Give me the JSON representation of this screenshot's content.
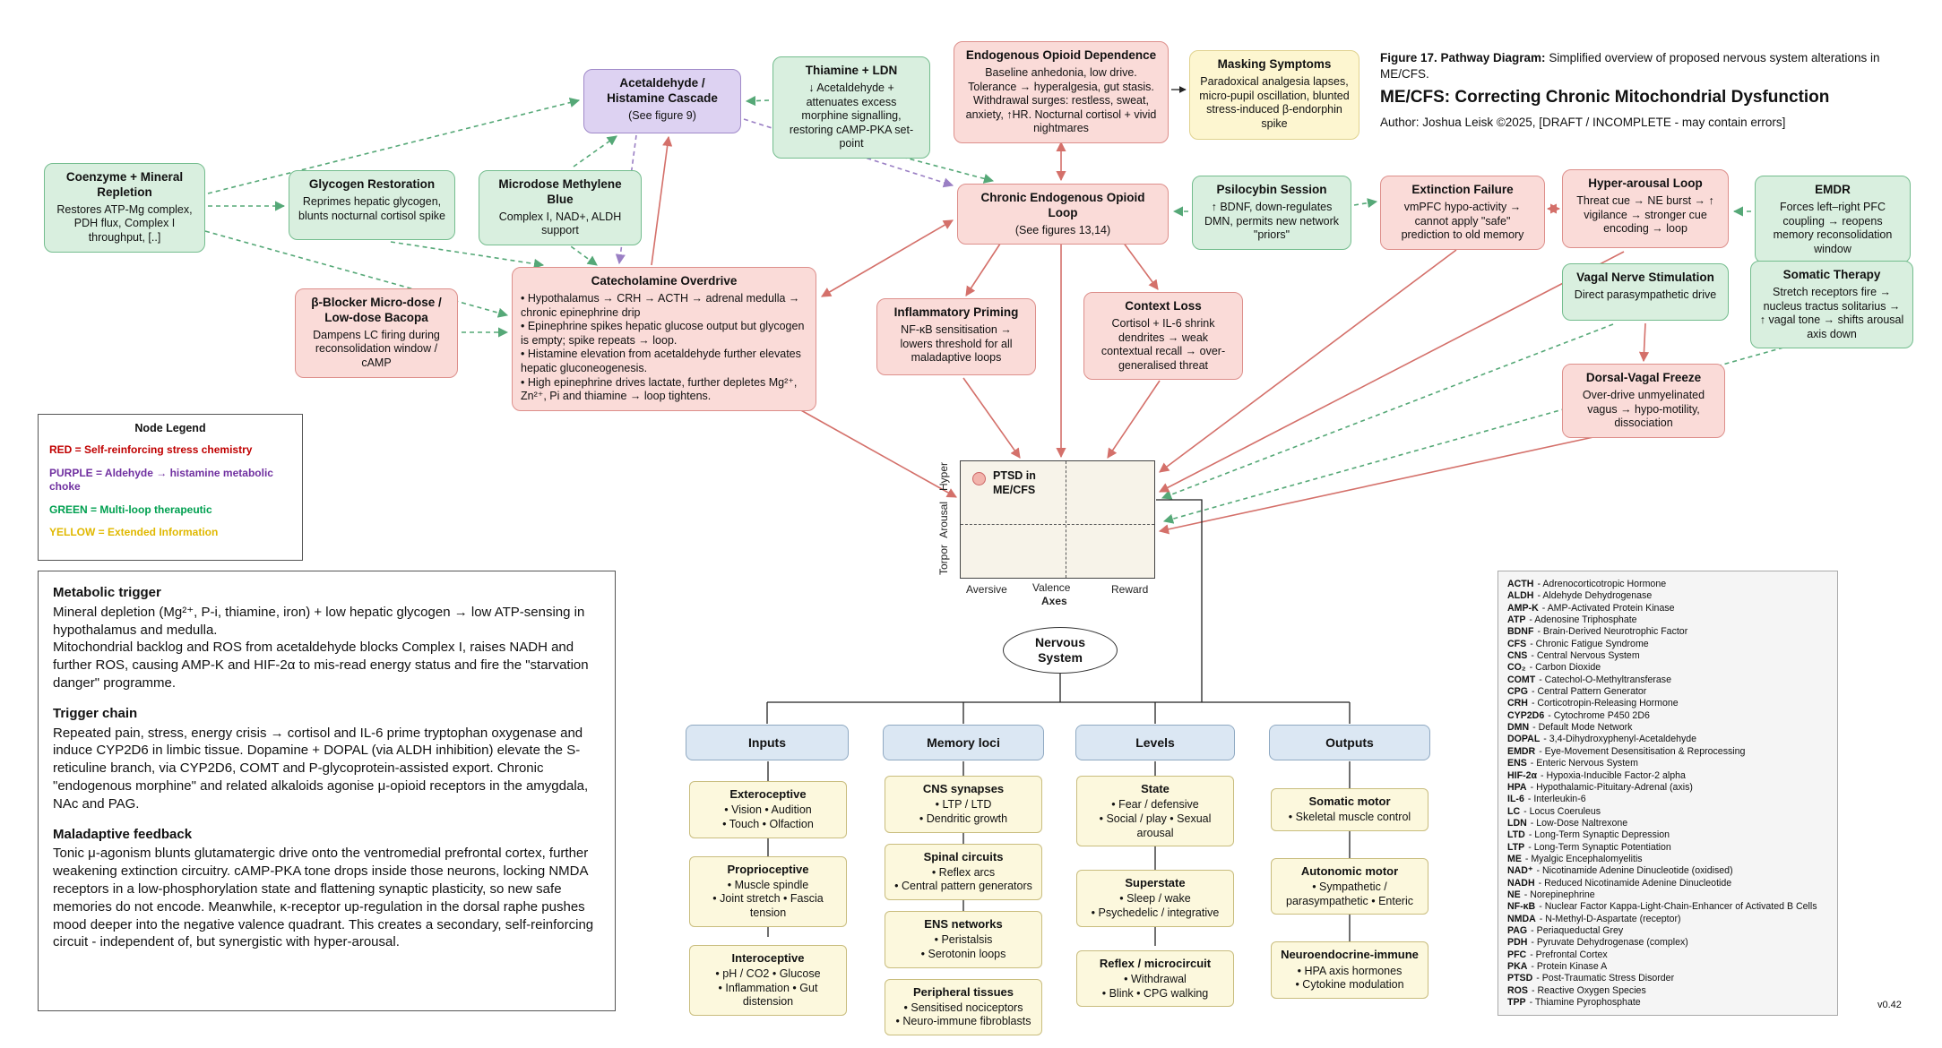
{
  "meta": {
    "figure_label": "Figure 17. Pathway Diagram:",
    "figure_caption": "Simplified overview of proposed nervous system alterations in ME/CFS.",
    "title": "ME/CFS: Correcting Chronic Mitochondrial Dysfunction",
    "author": "Author: Joshua Leisk ©2025, [DRAFT / INCOMPLETE - may contain errors]",
    "version": "v0.42"
  },
  "nodes": {
    "cascade": {
      "title": "Acetaldehyde / Histamine Cascade",
      "body": "(See figure 9)"
    },
    "thiamine_ldn": {
      "title": "Thiamine + LDN",
      "body": "↓ Acetaldehyde + attenuates excess morphine signalling, restoring cAMP-PKA set-point"
    },
    "opioid_dependence": {
      "title": "Endogenous Opioid Dependence",
      "body": "Baseline anhedonia, low drive. Tolerance → hyperalgesia, gut stasis. Withdrawal surges: restless, sweat, anxiety, ↑HR. Nocturnal cortisol + vivid nightmares"
    },
    "masking": {
      "title": "Masking Symptoms",
      "body": "Paradoxical analgesia lapses, micro-pupil oscillation, blunted stress-induced β-endorphin spike"
    },
    "coenzyme": {
      "title": "Coenzyme + Mineral Repletion",
      "body": "Restores ATP-Mg complex, PDH flux, Complex I throughput, [..]"
    },
    "glycogen": {
      "title": "Glycogen Restoration",
      "body": "Reprimes hepatic glycogen, blunts nocturnal cortisol spike"
    },
    "methylene_blue": {
      "title": "Microdose Methylene Blue",
      "body": "Complex I, NAD+, ALDH support"
    },
    "chronic_loop": {
      "title": "Chronic Endogenous Opioid Loop",
      "body": "(See figures 13,14)"
    },
    "psilocybin": {
      "title": "Psilocybin Session",
      "body": "↑ BDNF, down-regulates DMN, permits new network \"priors\""
    },
    "extinction": {
      "title": "Extinction Failure",
      "body": "vmPFC hypo-activity → cannot apply \"safe\" prediction to old memory"
    },
    "hyper_arousal": {
      "title": "Hyper-arousal Loop",
      "body": "Threat cue → NE burst → ↑ vigilance → stronger cue encoding → loop"
    },
    "emdr": {
      "title": "EMDR",
      "body": "Forces left–right PFC coupling → reopens memory reconsolidation window"
    },
    "beta_blocker": {
      "title": "β-Blocker Micro-dose / Low-dose Bacopa",
      "body": "Dampens LC firing during reconsolidation window / cAMP"
    },
    "catecholamine": {
      "title": "Catecholamine Overdrive",
      "body": "• Hypothalamus → CRH → ACTH → adrenal medulla → chronic epinephrine drip\n• Epinephrine spikes hepatic glucose output but glycogen is empty; spike repeats → loop.\n• Histamine elevation from acetaldehyde further elevates hepatic gluconeogenesis.\n• High epinephrine drives lactate, further depletes Mg²⁺, Zn²⁺, Pi and thiamine → loop tightens."
    },
    "inflammatory": {
      "title": "Inflammatory Priming",
      "body": "NF-κB sensitisation → lowers threshold for all maladaptive loops"
    },
    "context_loss": {
      "title": "Context Loss",
      "body": "Cortisol + IL-6 shrink dendrites → weak contextual recall → over-generalised threat"
    },
    "vns": {
      "title": "Vagal Nerve Stimulation",
      "body": "Direct parasympathetic drive"
    },
    "somatic": {
      "title": "Somatic Therapy",
      "body": "Stretch receptors fire → nucleus tractus solitarius → ↑ vagal tone → shifts arousal axis down"
    },
    "dorsal_vagal": {
      "title": "Dorsal-Vagal Freeze",
      "body": "Over-drive unmyelinated vagus → hypo-motility, dissociation"
    }
  },
  "legend": {
    "title": "Node Legend",
    "items": [
      {
        "text": "RED = Self-reinforcing stress chemistry",
        "color": "#c00000"
      },
      {
        "text": "PURPLE = Aldehyde → histamine metabolic choke",
        "color": "#7030a0"
      },
      {
        "text": "GREEN = Multi-loop therapeutic",
        "color": "#00a050"
      },
      {
        "text": "YELLOW = Extended Information",
        "color": "#e0b800"
      }
    ]
  },
  "quadrant": {
    "marker_label": "PTSD in\nME/CFS",
    "y_top": "Hyper",
    "y_title": "Arousal",
    "y_bottom": "Torpor",
    "x_left": "Aversive",
    "x_title": "Valence",
    "axes_label": "Axes",
    "x_right": "Reward"
  },
  "tree": {
    "root": "Nervous\nSystem",
    "branches": [
      {
        "label": "Inputs",
        "groups": [
          {
            "title": "Exteroceptive",
            "body": "• Vision • Audition\n• Touch • Olfaction"
          },
          {
            "title": "Proprioceptive",
            "body": "• Muscle spindle\n• Joint stretch • Fascia tension"
          },
          {
            "title": "Interoceptive",
            "body": "• pH / CO2 • Glucose\n• Inflammation • Gut distension"
          }
        ]
      },
      {
        "label": "Memory loci",
        "groups": [
          {
            "title": "CNS synapses",
            "body": "• LTP / LTD\n• Dendritic growth"
          },
          {
            "title": "Spinal circuits",
            "body": "• Reflex arcs\n• Central pattern generators"
          },
          {
            "title": "ENS networks",
            "body": "• Peristalsis\n• Serotonin loops"
          },
          {
            "title": "Peripheral tissues",
            "body": "• Sensitised nociceptors\n• Neuro-immune fibroblasts"
          }
        ]
      },
      {
        "label": "Levels",
        "groups": [
          {
            "title": "State",
            "body": "• Fear / defensive\n• Social / play • Sexual arousal"
          },
          {
            "title": "Superstate",
            "body": "• Sleep / wake\n• Psychedelic / integrative"
          },
          {
            "title": "Reflex / microcircuit",
            "body": "• Withdrawal\n• Blink • CPG walking"
          }
        ]
      },
      {
        "label": "Outputs",
        "groups": [
          {
            "title": "Somatic motor",
            "body": "• Skeletal muscle control"
          },
          {
            "title": "Autonomic motor",
            "body": "• Sympathetic /\nparasympathetic • Enteric"
          },
          {
            "title": "Neuroendocrine-immune",
            "body": "• HPA axis hormones\n• Cytokine modulation"
          }
        ]
      }
    ]
  },
  "panel": {
    "sections": [
      {
        "heading": "Metabolic trigger",
        "body": "Mineral depletion (Mg²⁺, P-i, thiamine, iron) + low hepatic glycogen → low ATP-sensing in hypothalamus and medulla.\nMitochondrial backlog and ROS from acetaldehyde blocks Complex I, raises NADH and further ROS, causing AMP-K and HIF-2α to mis-read energy status and fire the \"starvation danger\" programme."
      },
      {
        "heading": "Trigger chain",
        "body": "Repeated pain, stress, energy crisis → cortisol and IL-6 prime tryptophan oxygenase and induce CYP2D6 in limbic tissue. Dopamine + DOPAL (via ALDH inhibition) elevate the S-reticuline branch, via CYP2D6, COMT and P-glycoprotein-assisted export. Chronic \"endogenous morphine\" and related alkaloids agonise μ-opioid receptors in the amygdala, NAc and PAG."
      },
      {
        "heading": "Maladaptive feedback",
        "body": "Tonic μ-agonism blunts glutamatergic drive onto the ventromedial prefrontal cortex, further weakening extinction circuitry. cAMP-PKA tone drops inside those neurons, locking NMDA receptors in a low-phosphorylation state and flattening synaptic plasticity, so new safe memories do not encode. Meanwhile, κ-receptor up-regulation in the dorsal raphe pushes mood deeper into the negative valence quadrant. This creates a secondary, self-reinforcing circuit - independent of, but synergistic with hyper-arousal."
      }
    ]
  },
  "abbreviations": [
    {
      "abbr": "ACTH",
      "def": "- Adrenocorticotropic Hormone"
    },
    {
      "abbr": "ALDH",
      "def": "- Aldehyde Dehydrogenase"
    },
    {
      "abbr": "AMP-K",
      "def": "- AMP-Activated Protein Kinase"
    },
    {
      "abbr": "ATP",
      "def": "- Adenosine Triphosphate"
    },
    {
      "abbr": "BDNF",
      "def": "- Brain-Derived Neurotrophic Factor"
    },
    {
      "abbr": "CFS",
      "def": "- Chronic Fatigue Syndrome"
    },
    {
      "abbr": "CNS",
      "def": "- Central Nervous System"
    },
    {
      "abbr": "CO₂",
      "def": "- Carbon Dioxide"
    },
    {
      "abbr": "COMT",
      "def": "- Catechol-O-Methyltransferase"
    },
    {
      "abbr": "CPG",
      "def": "- Central Pattern Generator"
    },
    {
      "abbr": "CRH",
      "def": "- Corticotropin-Releasing Hormone"
    },
    {
      "abbr": "CYP2D6",
      "def": "- Cytochrome P450 2D6"
    },
    {
      "abbr": "DMN",
      "def": "- Default Mode Network"
    },
    {
      "abbr": "DOPAL",
      "def": "- 3,4-Dihydroxyphenyl-Acetaldehyde"
    },
    {
      "abbr": "EMDR",
      "def": "- Eye-Movement Desensitisation & Reprocessing"
    },
    {
      "abbr": "ENS",
      "def": "- Enteric Nervous System"
    },
    {
      "abbr": "HIF-2α",
      "def": "- Hypoxia-Inducible Factor-2 alpha"
    },
    {
      "abbr": "HPA",
      "def": "- Hypothalamic-Pituitary-Adrenal (axis)"
    },
    {
      "abbr": "IL-6",
      "def": "- Interleukin-6"
    },
    {
      "abbr": "LC",
      "def": "- Locus Coeruleus"
    },
    {
      "abbr": "LDN",
      "def": "- Low-Dose Naltrexone"
    },
    {
      "abbr": "LTD",
      "def": "- Long-Term Synaptic Depression"
    },
    {
      "abbr": "LTP",
      "def": "- Long-Term Synaptic Potentiation"
    },
    {
      "abbr": "ME",
      "def": "- Myalgic Encephalomyelitis"
    },
    {
      "abbr": "NAD⁺",
      "def": "- Nicotinamide Adenine Dinucleotide (oxidised)"
    },
    {
      "abbr": "NADH",
      "def": "- Reduced Nicotinamide Adenine Dinucleotide"
    },
    {
      "abbr": "NE",
      "def": "- Norepinephrine"
    },
    {
      "abbr": "NF-κB",
      "def": "- Nuclear Factor Kappa-Light-Chain-Enhancer of Activated B Cells"
    },
    {
      "abbr": "NMDA",
      "def": "- N-Methyl-D-Aspartate (receptor)"
    },
    {
      "abbr": "PAG",
      "def": "- Periaqueductal Grey"
    },
    {
      "abbr": "PDH",
      "def": "- Pyruvate Dehydrogenase (complex)"
    },
    {
      "abbr": "PFC",
      "def": "- Prefrontal Cortex"
    },
    {
      "abbr": "PKA",
      "def": "- Protein Kinase A"
    },
    {
      "abbr": "PTSD",
      "def": "- Post-Traumatic Stress Disorder"
    },
    {
      "abbr": "ROS",
      "def": "- Reactive Oxygen Species"
    },
    {
      "abbr": "TPP",
      "def": "- Thiamine Pyrophosphate"
    }
  ]
}
